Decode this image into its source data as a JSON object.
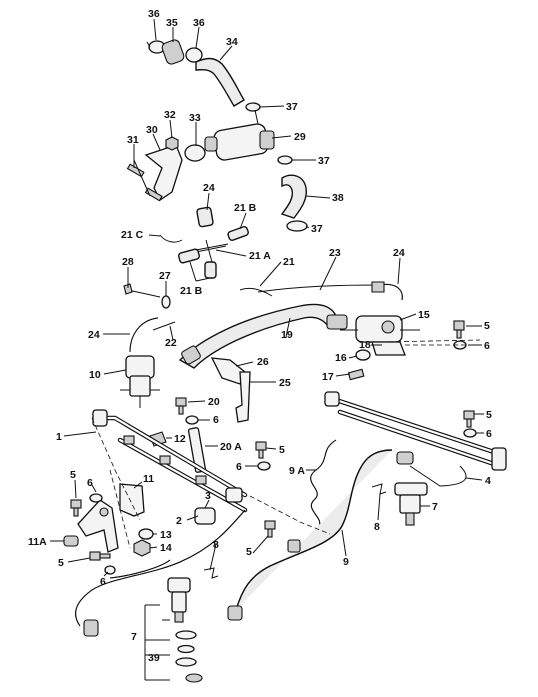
{
  "callouts": [
    {
      "id": "c36a",
      "text": "36"
    },
    {
      "id": "c35",
      "text": "35"
    },
    {
      "id": "c36b",
      "text": "36"
    },
    {
      "id": "c34",
      "text": "34"
    },
    {
      "id": "c37a",
      "text": "37"
    },
    {
      "id": "c32",
      "text": "32"
    },
    {
      "id": "c33",
      "text": "33"
    },
    {
      "id": "c30",
      "text": "30"
    },
    {
      "id": "c31",
      "text": "31"
    },
    {
      "id": "c29",
      "text": "29"
    },
    {
      "id": "c37b",
      "text": "37"
    },
    {
      "id": "c38",
      "text": "38"
    },
    {
      "id": "c24a",
      "text": "24"
    },
    {
      "id": "c21b",
      "text": "21 B"
    },
    {
      "id": "c37c",
      "text": "37"
    },
    {
      "id": "c21c",
      "text": "21 C"
    },
    {
      "id": "c21a",
      "text": "21 A"
    },
    {
      "id": "c23",
      "text": "23"
    },
    {
      "id": "c24b",
      "text": "24"
    },
    {
      "id": "c28",
      "text": "28"
    },
    {
      "id": "c27",
      "text": "27"
    },
    {
      "id": "c21b2",
      "text": "21 B"
    },
    {
      "id": "c21",
      "text": "21"
    },
    {
      "id": "c15",
      "text": "15"
    },
    {
      "id": "c24c",
      "text": "24"
    },
    {
      "id": "c22",
      "text": "22"
    },
    {
      "id": "c19",
      "text": "19"
    },
    {
      "id": "c5a",
      "text": "5"
    },
    {
      "id": "c18",
      "text": "18"
    },
    {
      "id": "c6a",
      "text": "6"
    },
    {
      "id": "c16",
      "text": "16"
    },
    {
      "id": "c26",
      "text": "26"
    },
    {
      "id": "c10",
      "text": "10"
    },
    {
      "id": "c17",
      "text": "17"
    },
    {
      "id": "c25",
      "text": "25"
    },
    {
      "id": "c20",
      "text": "20"
    },
    {
      "id": "c6b",
      "text": "6"
    },
    {
      "id": "c5b",
      "text": "5"
    },
    {
      "id": "c6c",
      "text": "6"
    },
    {
      "id": "c1",
      "text": "1"
    },
    {
      "id": "c12",
      "text": "12"
    },
    {
      "id": "c20a",
      "text": "20 A"
    },
    {
      "id": "c5c",
      "text": "5"
    },
    {
      "id": "c6d",
      "text": "6"
    },
    {
      "id": "c9a",
      "text": "9 A"
    },
    {
      "id": "c4",
      "text": "4"
    },
    {
      "id": "c5d",
      "text": "5"
    },
    {
      "id": "c6e",
      "text": "6"
    },
    {
      "id": "c11",
      "text": "11"
    },
    {
      "id": "c3",
      "text": "3"
    },
    {
      "id": "c7a",
      "text": "7"
    },
    {
      "id": "c8a",
      "text": "8"
    },
    {
      "id": "c2",
      "text": "2"
    },
    {
      "id": "c13",
      "text": "13"
    },
    {
      "id": "c11a",
      "text": "11A"
    },
    {
      "id": "c14",
      "text": "14"
    },
    {
      "id": "c5e",
      "text": "5"
    },
    {
      "id": "c6f",
      "text": "6"
    },
    {
      "id": "c5f",
      "text": "5"
    },
    {
      "id": "c9",
      "text": "9"
    },
    {
      "id": "c8b",
      "text": "8"
    },
    {
      "id": "c7b",
      "text": "7"
    },
    {
      "id": "c39",
      "text": "39"
    }
  ]
}
